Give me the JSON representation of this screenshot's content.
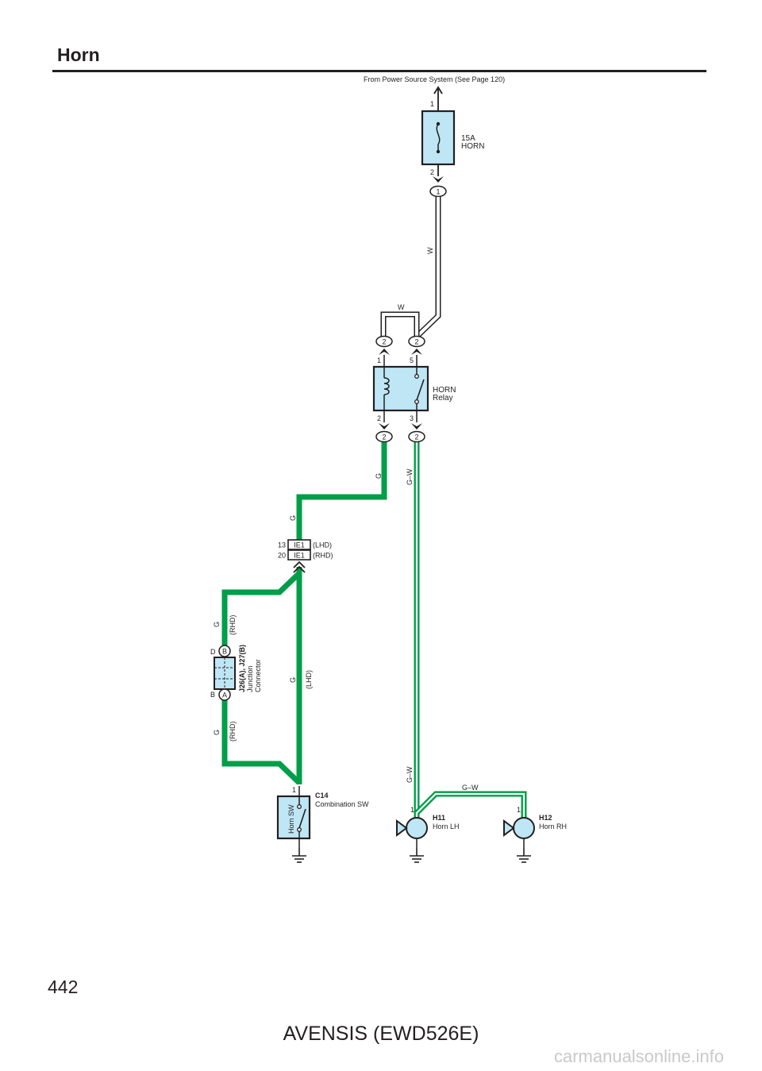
{
  "title": "Horn",
  "page_number": "442",
  "footer": "AVENSIS (EWD526E)",
  "watermark": "carmanualsonline.info",
  "colors": {
    "wire_green": "#009e49",
    "component_fill": "#bfe6f5",
    "wire_white": "#ffffff",
    "ink": "#231f20"
  },
  "power_source": "From Power Source System (See Page 120)",
  "fuse": {
    "rating": "15A",
    "name": "HORN",
    "pin_in": "1",
    "pin_out": "2",
    "connector": "1"
  },
  "wire_labels": {
    "w": "W",
    "g": "G",
    "gw": "G–W"
  },
  "relay": {
    "name": "HORN",
    "type": "Relay",
    "connector": "2",
    "pin_1": "1",
    "pin_5": "5",
    "pin_2": "2",
    "pin_3": "3"
  },
  "ie1": {
    "code": "IE1",
    "pin_lhd": "13",
    "pin_rhd": "20",
    "lhd": "(LHD)",
    "rhd": "(RHD)"
  },
  "junction": {
    "label": "J26(A), J27(B)",
    "desc_1": "Junction",
    "desc_2": "Connector",
    "conn_b": "B",
    "conn_a": "A",
    "pin_d": "D",
    "pin_b": "B"
  },
  "combination_sw": {
    "code": "C14",
    "name": "Combination SW",
    "inner": "Horn SW",
    "pin": "1"
  },
  "horn_lh": {
    "code": "H11",
    "name": "Horn LH",
    "pin": "1"
  },
  "horn_rh": {
    "code": "H12",
    "name": "Horn RH",
    "pin": "1"
  }
}
